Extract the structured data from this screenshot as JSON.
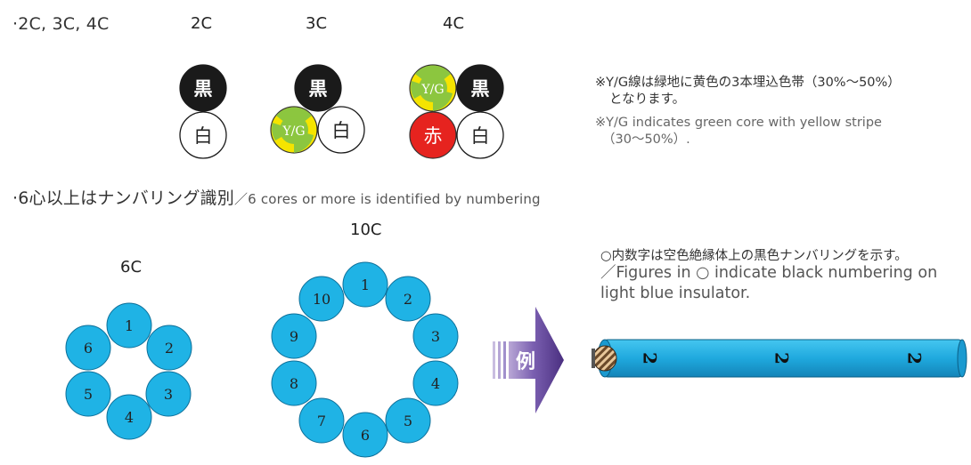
{
  "section1": {
    "title": "·2C, 3C, 4C",
    "labels": {
      "c2": "2C",
      "c3": "3C",
      "c4": "4C"
    },
    "colors": {
      "black": "黒",
      "white": "白",
      "red": "赤",
      "yg": "Y/G"
    },
    "note_jp_line1": "※Y/G線は緑地に黄色の3本埋込色帯（30%〜50%）",
    "note_jp_line2": "となります。",
    "note_en_line1": "※Y/G indicates green core with yellow stripe",
    "note_en_line2": "（30〜50%）."
  },
  "section2": {
    "title_jp": "·6心以上はナンバリング識別",
    "title_en": "／6 cores or more is identified by numbering",
    "label_6c": "6C",
    "label_10c": "10C",
    "numbers_6c": [
      "1",
      "2",
      "3",
      "4",
      "5",
      "6"
    ],
    "numbers_10c": [
      "1",
      "2",
      "3",
      "4",
      "5",
      "6",
      "7",
      "8",
      "9",
      "10"
    ],
    "example_label": "例",
    "note_jp": "○内数字は空色絶縁体上の黒色ナンバリングを示す。",
    "note_en_line1": "／Figures in ○ indicate black numbering on",
    "note_en_line2": "light blue insulator.",
    "cable_marking": "2"
  },
  "palette": {
    "light_blue": "#1fb3e5",
    "black_core": "#1a1a1a",
    "red_core": "#e6231f",
    "green_core": "#8cc63f",
    "yellow_stripe": "#f5e400",
    "arrow_purple": "#5a3d8c"
  }
}
